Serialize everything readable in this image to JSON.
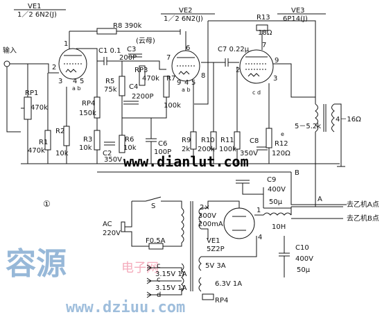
{
  "tubes": {
    "ve1": {
      "name": "VE1",
      "type": "1／2 6N2(J)"
    },
    "ve2": {
      "name": "VE2",
      "type": "1／2 6N2(J)"
    },
    "ve3": {
      "name": "VE3",
      "type": "6P14(J)"
    },
    "rect": {
      "name": "VE1",
      "type": "5Z2P"
    }
  },
  "labels": {
    "input": "输入",
    "mica": "(云母)",
    "circle1": "①",
    "outA": "去乙机A点",
    "outB": "去乙机B点",
    "nodeA": "A",
    "nodeB": "B",
    "switch": "S",
    "ac": "AC",
    "ac_v": "220V",
    "fuse": "F0.5A",
    "sec_hv": "2×",
    "sec_hv2": "300V",
    "sec_hv3": "200mA",
    "sec_5v": "5V  3A",
    "sec_315a": "3.15V  1A",
    "sec_315b": "3.15V  1A",
    "sec_63": "6.3V  1A",
    "rp4b": "RP4",
    "choke": "10H",
    "c_lbl": "c",
    "d_lbl": "d",
    "e_lbl": "e",
    "a_lbl": "a b",
    "cd_lbl": "c d",
    "speaker": "4－16Ω",
    "ratio": "5－5.2k"
  },
  "components": {
    "rp1": "RP1",
    "rp1v": "470k",
    "r1": "R1",
    "r1v": "470k",
    "r2": "R2",
    "r2v": "10k",
    "r3": "R3",
    "r3v": "10k",
    "rp4": "RP4",
    "rp4v": "150k",
    "c1": "C1  0.1",
    "c3": "C3",
    "c3v": "200P",
    "r8": "R8  390k",
    "rp3": "RP3",
    "rp3v": "470k",
    "r5": "R5",
    "r5v": "75k",
    "c4": "C4",
    "c4v": "2200P",
    "r7": "R7",
    "r7v": "100k",
    "c2": "C2",
    "c2v": "350V",
    "r6": "R6",
    "r6v": "10k",
    "c6": "C6",
    "c6v": "100P",
    "r9": "R9",
    "r9v": "2k",
    "r10": "R10",
    "r10v": "200k",
    "r11": "R11",
    "r11v": "100k",
    "c7": "C7  0.22μ",
    "r13": "R13",
    "r13v": "18Ω",
    "c8": "C8",
    "c8v": "350V",
    "r12": "R12",
    "r12v": "120Ω",
    "c9": "C9",
    "c9v": "400V",
    "c9c": "50μ",
    "c10": "C10",
    "c10v": "400V",
    "c10c": "50μ"
  },
  "pins": {
    "p1": "1",
    "p2": "2",
    "p3": "3",
    "p4": "4",
    "p5": "5",
    "p6": "6",
    "p7": "7",
    "p8": "8",
    "p9": "9",
    "p3b": "3",
    "p2b": "2",
    "p7b": "7",
    "p9b": "9",
    "p1b": "1",
    "p4b": "4"
  },
  "watermarks": {
    "site1": "www.dianlut.com",
    "site2": "www.dziuu.com",
    "cn": "容源",
    "cn_sub": "电子网"
  }
}
